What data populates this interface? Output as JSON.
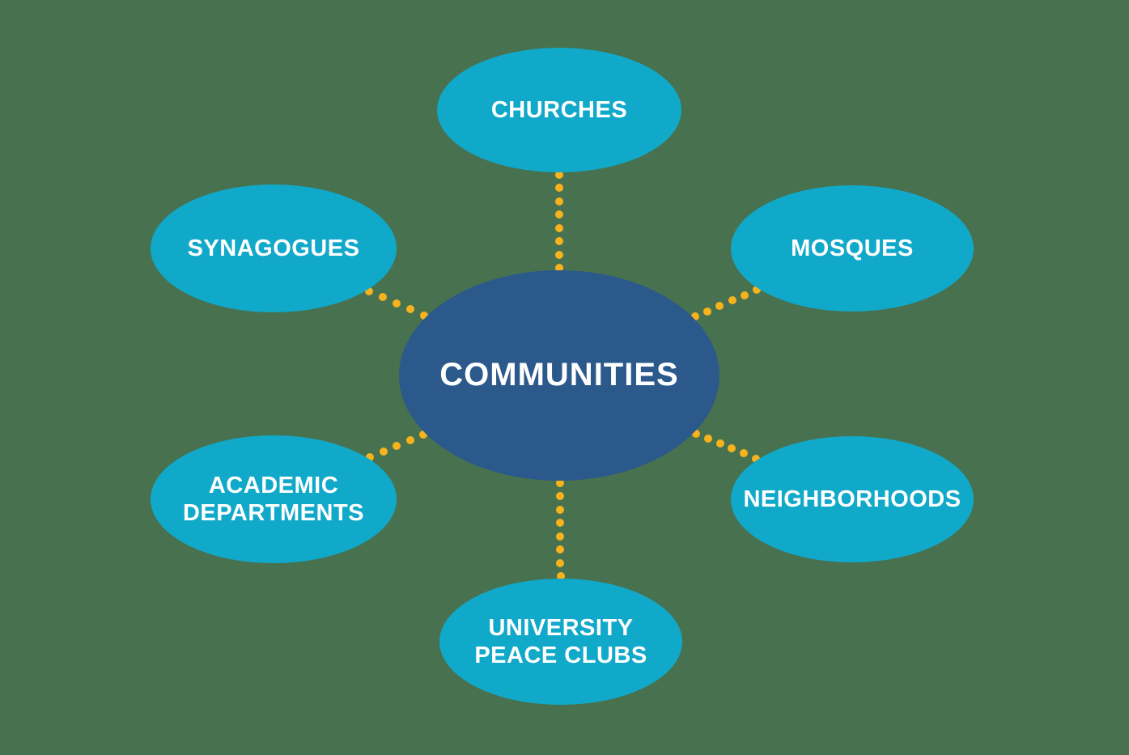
{
  "diagram": {
    "type": "hub-and-spoke",
    "hub_id": "communities",
    "nodes": [
      {
        "id": "communities",
        "label": "COMMUNITIES",
        "role": "hub"
      },
      {
        "id": "churches",
        "label": "CHURCHES",
        "role": "spoke"
      },
      {
        "id": "synagogues",
        "label": "SYNAGOGUES",
        "role": "spoke"
      },
      {
        "id": "mosques",
        "label": "MOSQUES",
        "role": "spoke"
      },
      {
        "id": "academic-departments",
        "label": "ACADEMIC DEPARTMENTS",
        "role": "spoke"
      },
      {
        "id": "neighborhoods",
        "label": "NEIGHBORHOODS",
        "role": "spoke"
      },
      {
        "id": "university-peace-clubs",
        "label": "UNIVERSITY PEACE CLUBS",
        "role": "spoke"
      }
    ],
    "edges": [
      {
        "from": "communities",
        "to": "churches"
      },
      {
        "from": "communities",
        "to": "synagogues"
      },
      {
        "from": "communities",
        "to": "mosques"
      },
      {
        "from": "communities",
        "to": "academic-departments"
      },
      {
        "from": "communities",
        "to": "neighborhoods"
      },
      {
        "from": "communities",
        "to": "university-peace-clubs"
      }
    ],
    "edge_style": "dotted",
    "colors": {
      "background": "#48714F",
      "hub_fill": "#2B598B",
      "spoke_fill": "#11A9C9",
      "connector_dot": "#F6B31D",
      "label_text": "#FFFFFF"
    }
  }
}
